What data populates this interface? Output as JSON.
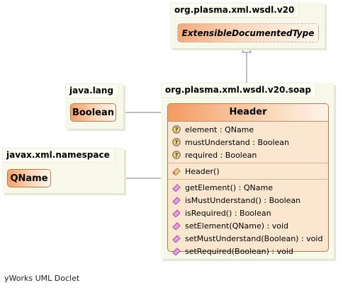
{
  "packages": {
    "wsdl": {
      "name": "org.plasma.xml.wsdl.v20"
    },
    "lang": {
      "name": "java.lang"
    },
    "namespace": {
      "name": "javax.xml.namespace"
    },
    "soap": {
      "name": "org.plasma.xml.wsdl.v20.soap"
    }
  },
  "classes": {
    "extensible": {
      "name": "ExtensibleDocumentedType"
    },
    "boolean": {
      "name": "Boolean"
    },
    "qname": {
      "name": "QName"
    },
    "header": {
      "name": "Header",
      "attributes": [
        {
          "text": "element : QName",
          "icon": "field-icon"
        },
        {
          "text": "mustUnderstand : Boolean",
          "icon": "field-icon"
        },
        {
          "text": "required : Boolean",
          "icon": "field-icon"
        }
      ],
      "constructors": [
        {
          "text": "Header()",
          "icon": "constructor-icon"
        }
      ],
      "methods": [
        {
          "text": "getElement() : QName",
          "icon": "method-icon"
        },
        {
          "text": "isMustUnderstand() : Boolean",
          "icon": "method-icon"
        },
        {
          "text": "isRequired() : Boolean",
          "icon": "method-icon"
        },
        {
          "text": "setElement(QName) : void",
          "icon": "method-icon"
        },
        {
          "text": "setMustUnderstand(Boolean) : void",
          "icon": "method-icon"
        },
        {
          "text": "setRequired(Boolean) : void",
          "icon": "method-icon"
        }
      ]
    }
  },
  "footer": "yWorks UML Doclet",
  "colors": {
    "package_bg": "#f8f8e8",
    "class_bg": "#fbe6cf",
    "class_header_accent": "#f39a62",
    "line": "#808080"
  }
}
